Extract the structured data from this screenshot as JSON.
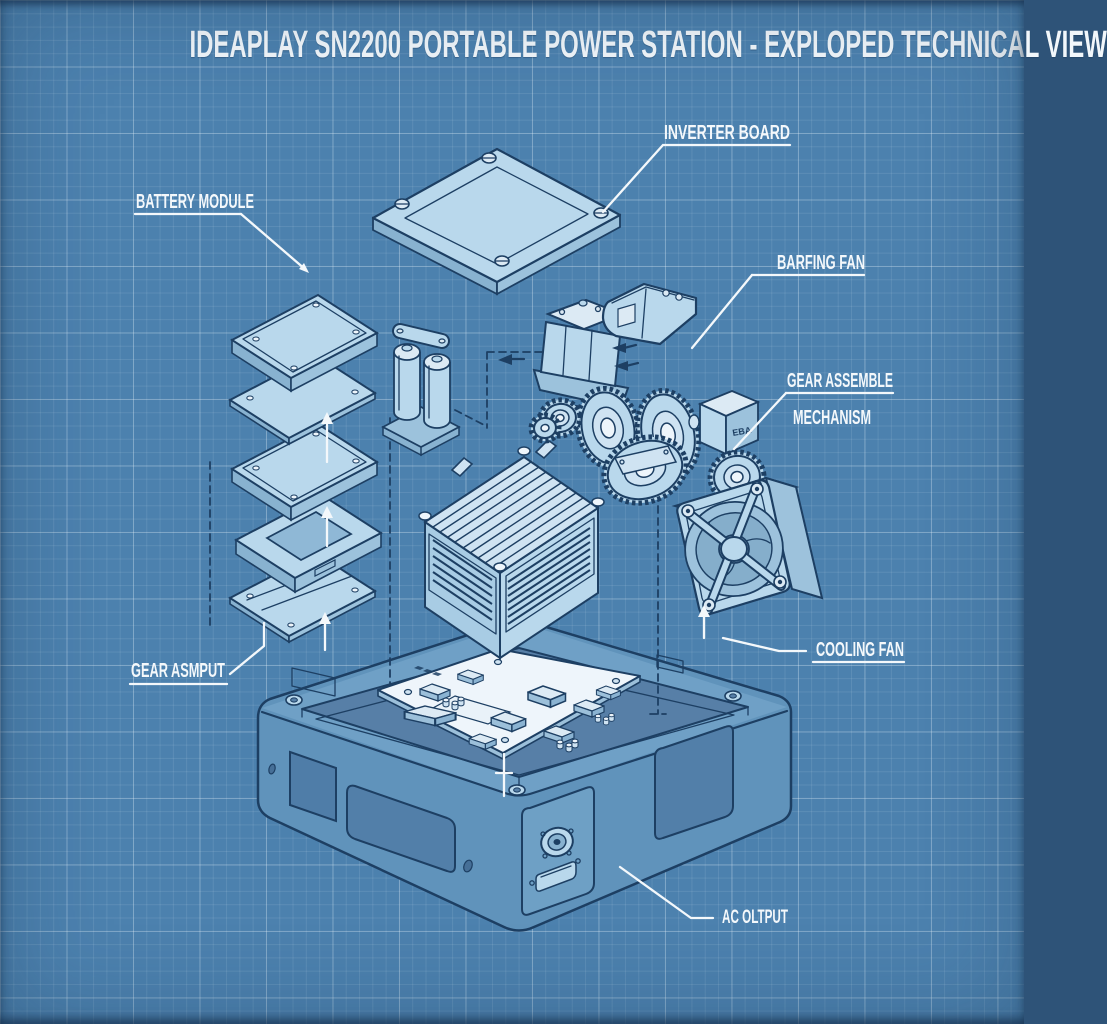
{
  "title": "IDEAPLAY SN2200 PORTABLE POWER STATION - EXPLOPED TECHNICAL VIEW",
  "labels": {
    "inverter_board": "INVERTER BOARD",
    "battery_module": "BATTERY MODULE",
    "barfing_fan": "BARFING FAN",
    "gear_assemble": "GEAR ASSEMBLE",
    "gear_mechanism": "MECHANISM",
    "cooling_fan": "COOLING FAN",
    "gear_asmput": "GEAR ASMPUT",
    "ac_output": "AC OLTPUT"
  },
  "gearbox_marking": "EBA",
  "colors": {
    "background": "#4c81ae",
    "grid_line": "#7fa8c9",
    "line_work": "#1d3f63",
    "part_fill_light": "#b9d8ec",
    "part_fill_pale": "#dceaf4",
    "case_fill": "#6093bb",
    "label_text": "#f4f8fb"
  }
}
